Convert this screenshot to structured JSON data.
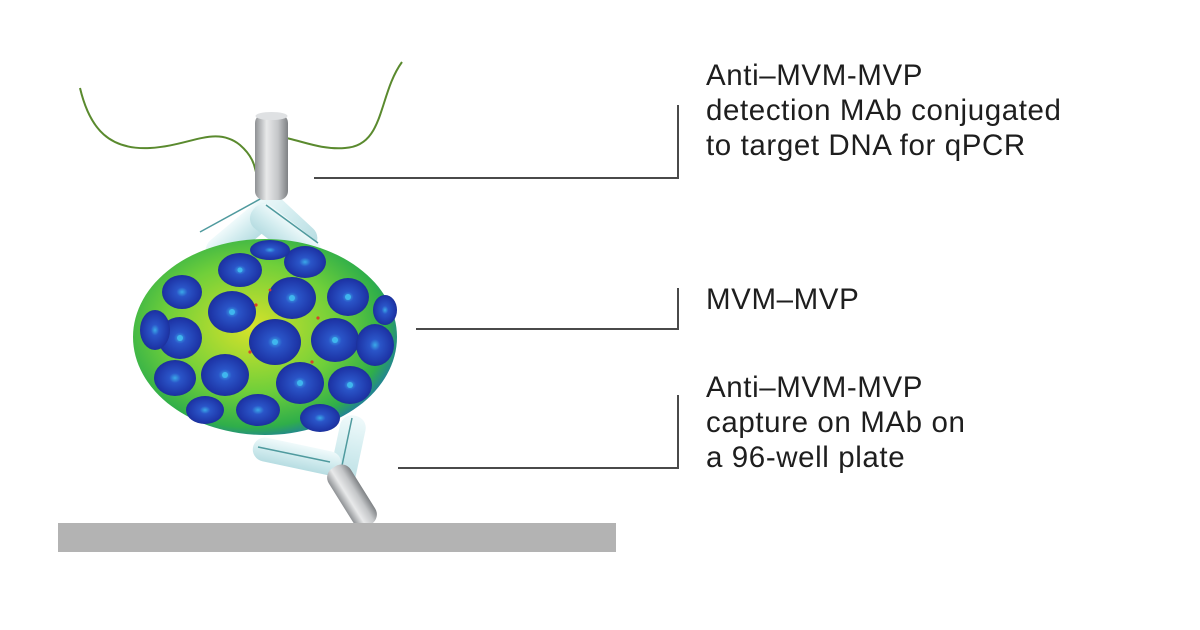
{
  "diagram": {
    "labels": [
      {
        "id": "detection-mab",
        "lines": [
          "Anti–MVM-MVP",
          "detection MAb conjugated",
          "to target DNA for qPCR"
        ]
      },
      {
        "id": "virus-particle",
        "lines": [
          "MVM–MVP"
        ]
      },
      {
        "id": "capture-mab",
        "lines": [
          "Anti–MVM-MVP",
          "capture on MAb on",
          "a 96-well plate"
        ]
      }
    ],
    "colors": {
      "text": "#1e1e1e",
      "callout_line": "#4a4a4a",
      "plate": "#b3b3b3",
      "dna_strand": "#5a8a2e",
      "antibody_stem": "#c9cbcd",
      "antibody_arm": "#d3ecee",
      "capsid_blue": "#1f3fb0",
      "capsid_green": "#3dba3a",
      "capsid_yellow": "#d6e02a"
    }
  }
}
